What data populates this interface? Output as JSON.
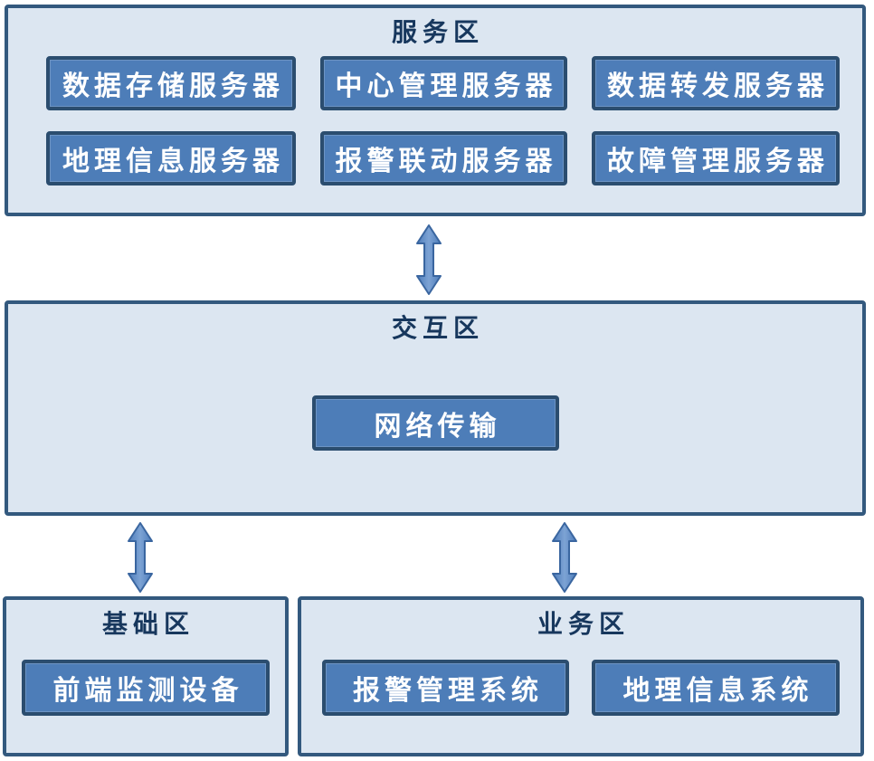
{
  "diagram": {
    "sections": {
      "service": {
        "title": "服务区",
        "boxes": [
          "数据存储服务器",
          "中心管理服务器",
          "数据转发服务器",
          "地理信息服务器",
          "报警联动服务器",
          "故障管理服务器"
        ]
      },
      "interaction": {
        "title": "交互区",
        "boxes": [
          "网络传输"
        ]
      },
      "base": {
        "title": "基础区",
        "boxes": [
          "前端监测设备"
        ]
      },
      "business": {
        "title": "业务区",
        "boxes": [
          "报警管理系统",
          "地理信息系统"
        ]
      }
    },
    "connectors": {
      "service_interaction": "double-headed-vertical-arrow",
      "interaction_base": "double-headed-vertical-arrow",
      "interaction_business": "double-headed-vertical-arrow"
    },
    "colors": {
      "section_bg": "#dce6f1",
      "section_border": "#33597e",
      "box_bg": "#4d7db8",
      "box_border": "#2b4d6f",
      "title_text": "#17375d",
      "box_text": "#ffffff",
      "arrow_fill": "#4d7cba",
      "arrow_fill_light": "#7da3d4",
      "arrow_stroke": "#3a66a0",
      "page_bg": "#ffffff"
    }
  }
}
